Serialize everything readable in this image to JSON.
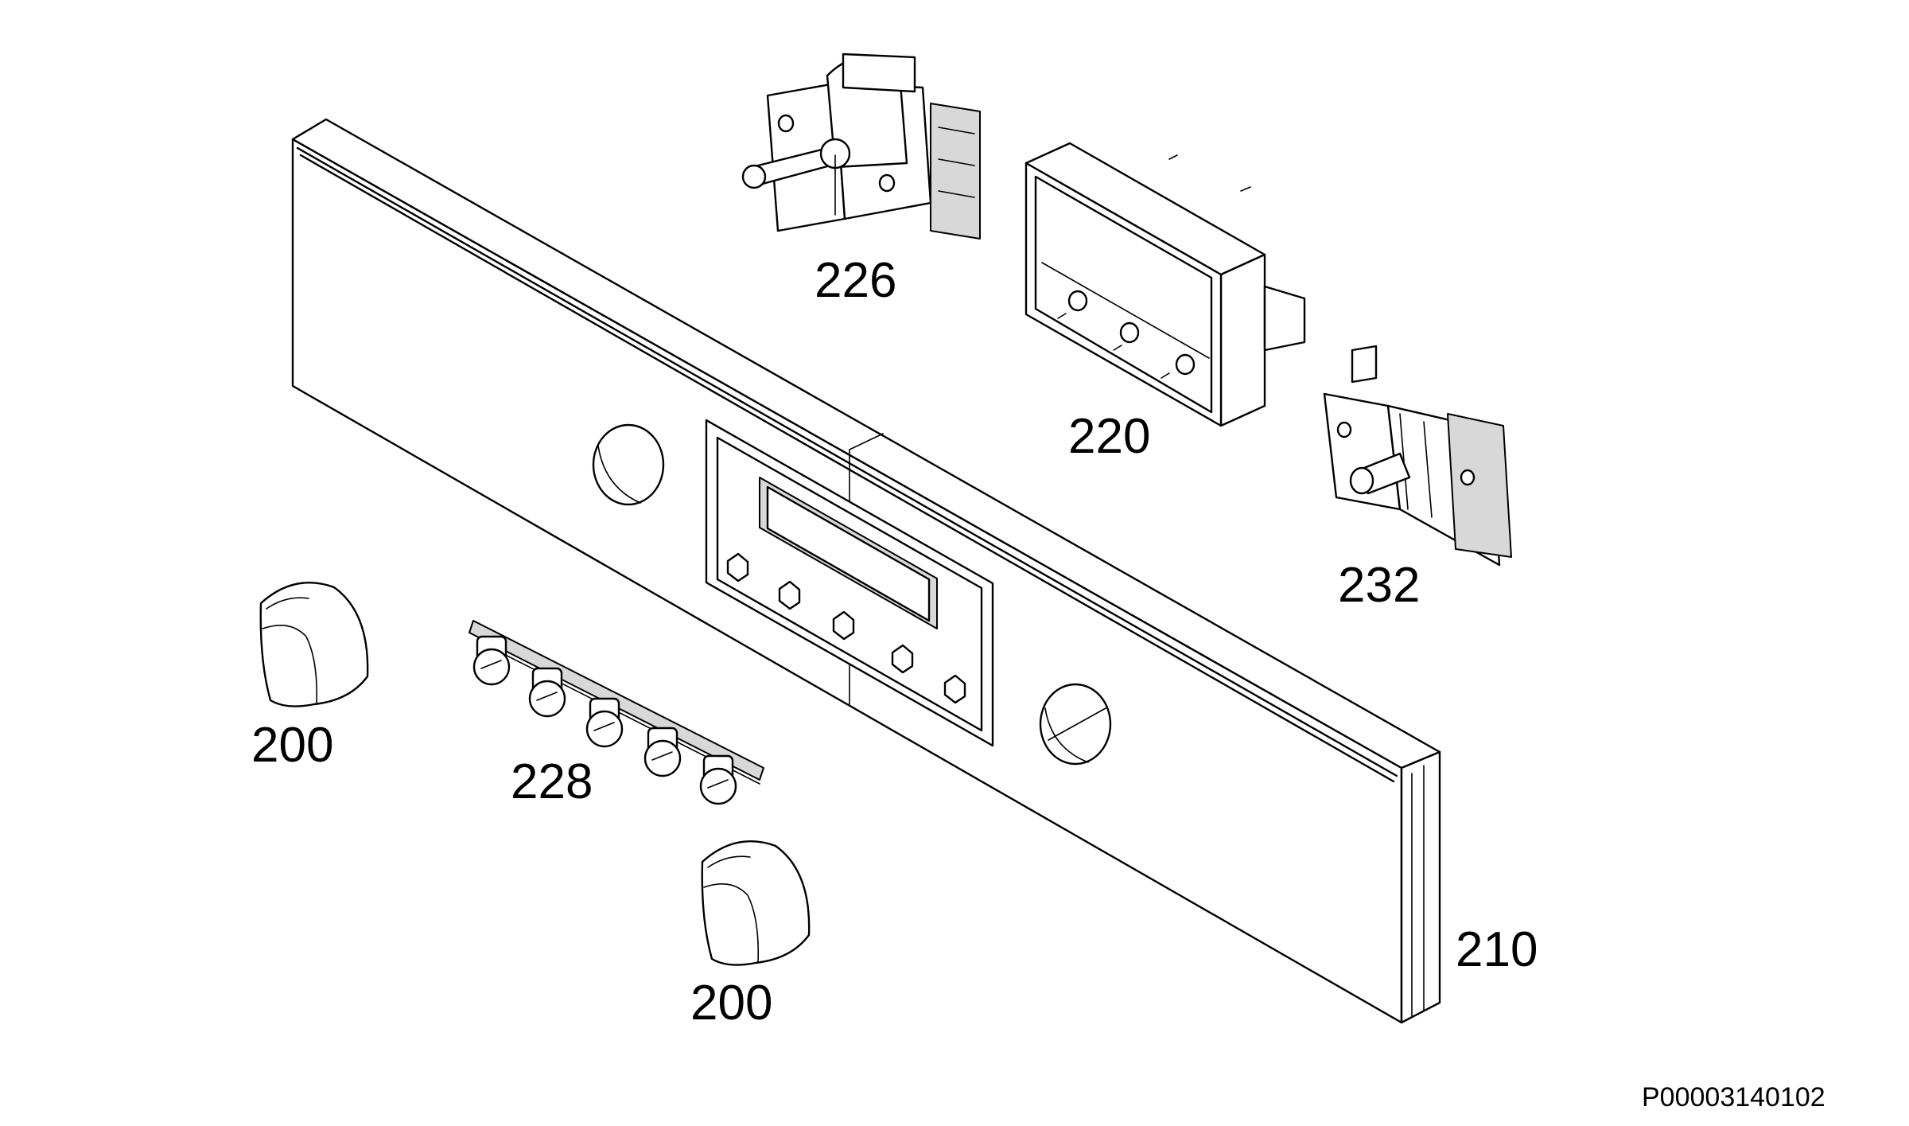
{
  "diagram": {
    "labels": {
      "knob_left": "200",
      "knob_bottom": "200",
      "control_panel": "210",
      "display_housing": "220",
      "selector_switch": "226",
      "button_strip": "228",
      "thermostat_switch": "232"
    },
    "drawing_code": "P00003140102"
  }
}
